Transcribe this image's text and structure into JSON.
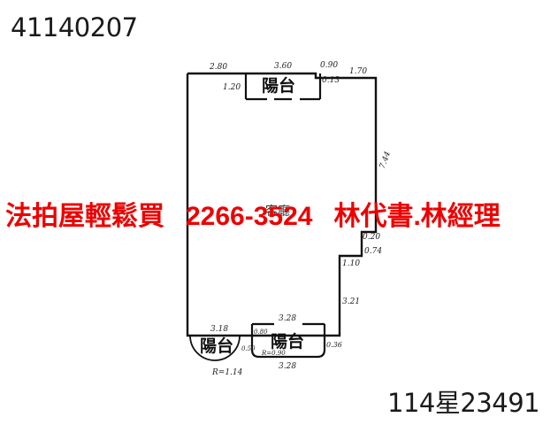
{
  "header": {
    "case_id": "41140207"
  },
  "footer": {
    "document_number": "114星23491"
  },
  "banner": {
    "title": "法拍屋輕鬆買",
    "phone": "2266-3524",
    "contact": "林代書.林經理",
    "color": "#ee0000"
  },
  "floor_plan": {
    "wall_color": "#111111",
    "rooms": {
      "top_balcony": "陽台",
      "bottom_left_balcony": "陽台",
      "bottom_right_balcony": "陽台"
    },
    "dimensions": {
      "top_left": "2.80",
      "top_balcony_width": "3.60",
      "top_mid_right": "0.90",
      "top_right": "1.70",
      "top_balcony_depth": "1.20",
      "top_step": "0.13",
      "right_wall": "7.44",
      "right_step_upper": "0.20",
      "right_step_mid": "0.74",
      "right_step_lower": "1.10",
      "right_lower_wall": "3.21",
      "bottom_left_balcony_width": "3.18",
      "bottom_left_radius": "R=1.14",
      "bottom_right_balcony_top": "3.28",
      "bottom_right_balcony_bottom": "3.28",
      "bottom_right_balcony_side": "0.80",
      "bottom_right_corner_radius": "R=0.90",
      "bottom_gap": "0.50",
      "bottom_right_edge": "0.36"
    }
  }
}
